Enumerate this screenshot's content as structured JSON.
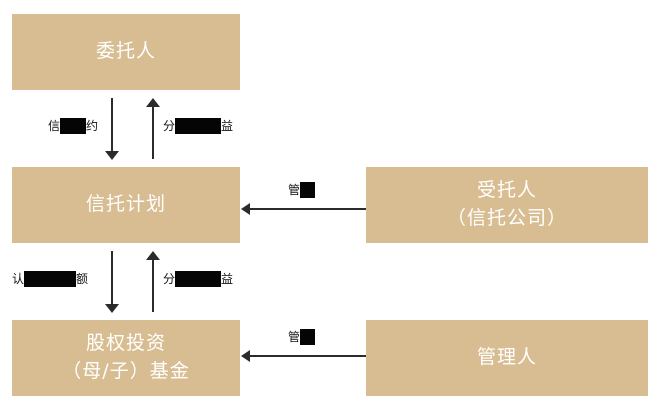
{
  "diagram": {
    "type": "flow-diagram",
    "title": "",
    "colors": {
      "node_fill": "#d8bd92",
      "node_text": "#ffffff",
      "connector": "#2b2b2b",
      "redaction": "#050505",
      "background": "#ffffff"
    },
    "nodes": [
      {
        "id": "settlor",
        "label": "委托人",
        "column": "left",
        "row": 1
      },
      {
        "id": "trust-plan",
        "label": "信托计划",
        "column": "left",
        "row": 2
      },
      {
        "id": "equity-fund",
        "label": "股权投资\n（母/子）基金",
        "column": "left",
        "row": 3
      },
      {
        "id": "trustee",
        "label": "受托人\n（信托公司）",
        "column": "right",
        "row": 2
      },
      {
        "id": "manager",
        "label": "管理人",
        "column": "right",
        "row": 3
      }
    ],
    "edges": [
      {
        "id": "settlor-to-trust-plan",
        "from": "settlor",
        "to": "trust-plan",
        "direction": "down",
        "label": "信托合约",
        "label_visible_prefix": "信",
        "label_visible_suffix": "约",
        "redacted": true
      },
      {
        "id": "trust-plan-to-settlor",
        "from": "trust-plan",
        "to": "settlor",
        "direction": "up",
        "label": "分配信托收益",
        "label_visible_prefix": "分",
        "label_visible_suffix": "益",
        "redacted": true
      },
      {
        "id": "trustee-manages-trust-plan",
        "from": "trustee",
        "to": "trust-plan",
        "direction": "left",
        "label": "管理",
        "label_visible_prefix": "管",
        "label_visible_suffix": "",
        "redacted": true
      },
      {
        "id": "trust-plan-to-equity-fund",
        "from": "trust-plan",
        "to": "equity-fund",
        "direction": "down",
        "label": "认购基金份额",
        "label_visible_prefix": "认",
        "label_visible_suffix": "额",
        "redacted": true
      },
      {
        "id": "equity-fund-to-trust-plan",
        "from": "equity-fund",
        "to": "trust-plan",
        "direction": "up",
        "label": "分配投资收益",
        "label_visible_prefix": "分",
        "label_visible_suffix": "益",
        "redacted": true
      },
      {
        "id": "manager-manages-equity-fund",
        "from": "manager",
        "to": "equity-fund",
        "direction": "left",
        "label": "管理",
        "label_visible_prefix": "管",
        "label_visible_suffix": "",
        "redacted": true
      }
    ]
  }
}
